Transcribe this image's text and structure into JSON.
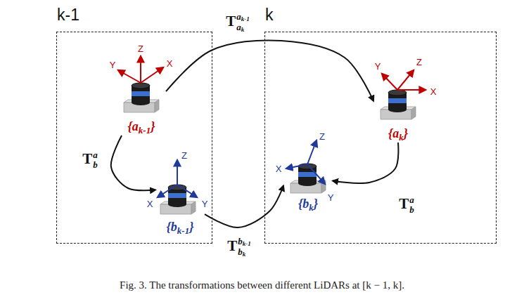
{
  "diagram": {
    "caption": "Fig. 3. The transformations between different LiDARs at [k − 1, k].",
    "nodes": [
      {
        "text": [
          "k-1"
        ]
      },
      {
        "text": [
          "{ak-1}"
        ],
        "in": 0
      },
      {
        "text": [
          "{bk-1}"
        ],
        "in": 0
      },
      {
        "text": [
          "k"
        ]
      },
      {
        "text": [
          "{ak}"
        ],
        "in": 3
      },
      {
        "text": [
          "{bk}"
        ],
        "in": 3
      }
    ],
    "edges": [
      {
        "from": 1,
        "to": 4,
        "arrow": "to",
        "label": "Tak-1ak"
      },
      {
        "from": 1,
        "to": 2,
        "arrow": "to",
        "label": "Tab"
      },
      {
        "from": 2,
        "to": 5,
        "arrow": "to",
        "label": "Tbk-1bk"
      },
      {
        "from": 4,
        "to": 5,
        "arrow": "to",
        "label": "Tab"
      }
    ],
    "labels": [
      "Y",
      "Z",
      "X",
      "Z",
      "X",
      "Y",
      "Y",
      "Z",
      "X",
      "Z",
      "X",
      "Y"
    ]
  }
}
